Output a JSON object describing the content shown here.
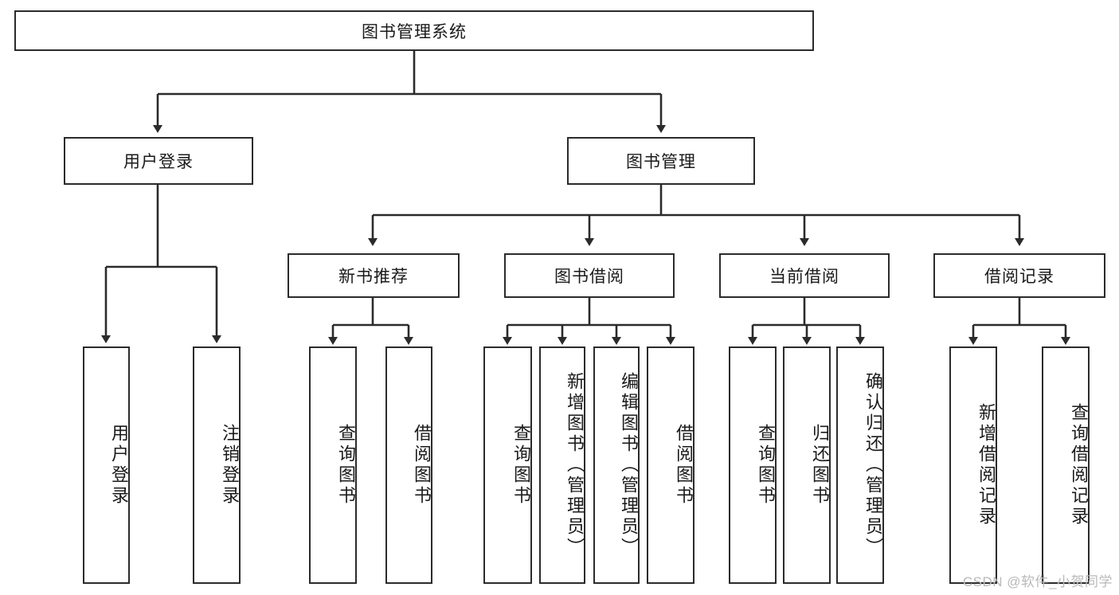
{
  "diagram": {
    "title": "图书管理系统",
    "type": "tree-hierarchy",
    "colors": {
      "box_border": "#2b2b2b",
      "box_fill": "#ffffff",
      "connector": "#2b2b2b",
      "text": "#1a1a1a",
      "watermark": "#b9b9b9",
      "background": "#ffffff"
    },
    "root": {
      "label": "图书管理系统"
    },
    "level2": [
      {
        "label": "用户登录"
      },
      {
        "label": "图书管理"
      }
    ],
    "level3": [
      {
        "label": "新书推荐"
      },
      {
        "label": "图书借阅"
      },
      {
        "label": "当前借阅"
      },
      {
        "label": "借阅记录"
      }
    ],
    "leaves": {
      "user_login": [
        {
          "label": "用户登录"
        },
        {
          "label": "注销登录"
        }
      ],
      "new_book_recommend": [
        {
          "label": "查询图书"
        },
        {
          "label": "借阅图书"
        }
      ],
      "book_borrow": [
        {
          "label": "查询图书"
        },
        {
          "label": "新增图书（管理员）"
        },
        {
          "label": "编辑图书（管理员）"
        },
        {
          "label": "借阅图书"
        }
      ],
      "current_borrow": [
        {
          "label": "查询图书"
        },
        {
          "label": "归还图书"
        },
        {
          "label": "确认归还（管理员）"
        }
      ],
      "borrow_record": [
        {
          "label": "新增借阅记录"
        },
        {
          "label": "查询借阅记录"
        }
      ]
    }
  },
  "watermark": {
    "text": "CSDN @软件_小贺同学"
  }
}
